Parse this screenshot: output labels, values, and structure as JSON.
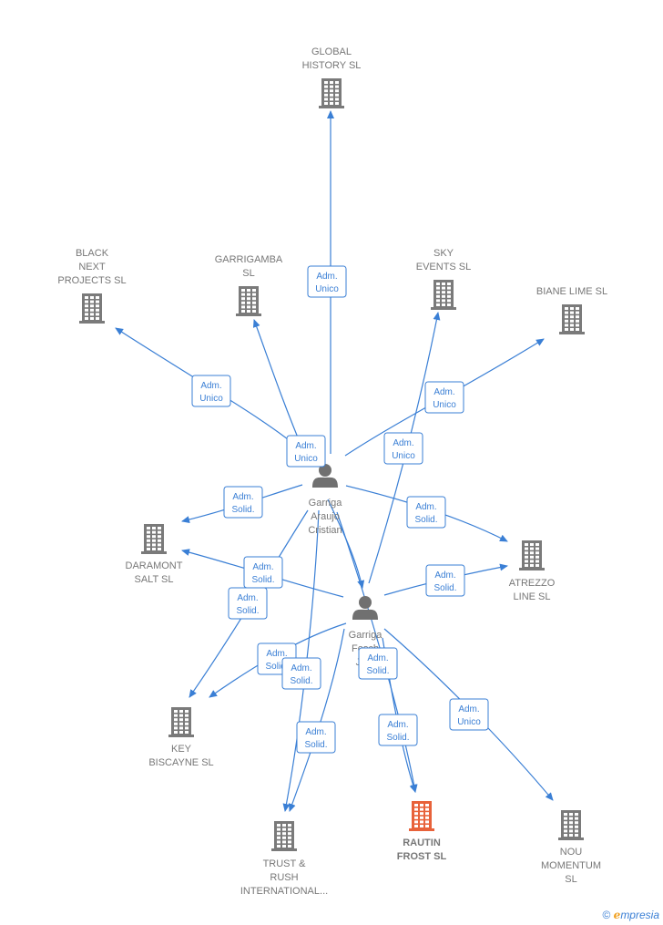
{
  "people": [
    {
      "id": "p1",
      "lines": [
        "Garriga",
        "Araujo",
        "Cristian"
      ]
    },
    {
      "id": "p2",
      "lines": [
        "Garriga",
        "Fosch",
        "Ja..."
      ]
    }
  ],
  "companies": [
    {
      "id": "global",
      "lines": [
        "GLOBAL",
        "HISTORY  SL"
      ],
      "highlight": false
    },
    {
      "id": "black",
      "lines": [
        "BLACK",
        "NEXT",
        "PROJECTS  SL"
      ],
      "highlight": false
    },
    {
      "id": "garrigamba",
      "lines": [
        "GARRIGAMBA",
        "SL"
      ],
      "highlight": false
    },
    {
      "id": "sky",
      "lines": [
        "SKY",
        "EVENTS  SL"
      ],
      "highlight": false
    },
    {
      "id": "biane",
      "lines": [
        "BIANE LIME  SL"
      ],
      "highlight": false
    },
    {
      "id": "daramont",
      "lines": [
        "DARAMONT",
        "SALT  SL"
      ],
      "highlight": false
    },
    {
      "id": "atrezzo",
      "lines": [
        "ATREZZO",
        "LINE  SL"
      ],
      "highlight": false
    },
    {
      "id": "key",
      "lines": [
        "KEY",
        "BISCAYNE  SL"
      ],
      "highlight": false
    },
    {
      "id": "trust",
      "lines": [
        "TRUST &",
        "RUSH",
        "INTERNATIONAL..."
      ],
      "highlight": false
    },
    {
      "id": "rautin",
      "lines": [
        "RAUTIN",
        "FROST  SL"
      ],
      "highlight": true
    },
    {
      "id": "nou",
      "lines": [
        "NOU",
        "MOMENTUM",
        "SL"
      ],
      "highlight": false
    }
  ],
  "edges": [
    {
      "id": "e1",
      "label": [
        "Adm.",
        "Unico"
      ]
    },
    {
      "id": "e2",
      "label": [
        "Adm.",
        "Unico"
      ]
    },
    {
      "id": "e3",
      "label": [
        "Adm.",
        "Unico"
      ]
    },
    {
      "id": "e4",
      "label": [
        "Adm.",
        "Unico"
      ]
    },
    {
      "id": "e5",
      "label": [
        "Adm.",
        "Unico"
      ]
    },
    {
      "id": "e6",
      "label": [
        "Adm.",
        "Solid."
      ]
    },
    {
      "id": "e7",
      "label": [
        "Adm.",
        "Solid."
      ]
    },
    {
      "id": "e8",
      "label": [
        "Adm.",
        "Solid."
      ]
    },
    {
      "id": "e9",
      "label": [
        "Adm.",
        "Solid."
      ]
    },
    {
      "id": "e10",
      "label": [
        "Adm.",
        "Solid."
      ]
    },
    {
      "id": "e11",
      "label": [
        "Adm.",
        "Solid."
      ]
    },
    {
      "id": "e12",
      "label": [
        "Adm.",
        "Solid."
      ]
    },
    {
      "id": "e13",
      "label": [
        "Adm.",
        "Solid."
      ]
    },
    {
      "id": "e14",
      "label": [
        "Adm.",
        "Solid."
      ]
    },
    {
      "id": "e15",
      "label": [
        "Adm.",
        "Solid."
      ]
    },
    {
      "id": "e16",
      "label": [
        "Adm.",
        "Unico"
      ]
    },
    {
      "id": "e17",
      "label": [
        "Adm.",
        "Unico"
      ]
    }
  ],
  "colors": {
    "edge": "#3a7fd5",
    "building": "#7a7a7a",
    "building_highlight": "#e8623a",
    "person": "#707070",
    "label_text": "#777777"
  },
  "footer": {
    "copyright": "©",
    "brand_initial": "e",
    "brand_rest": "mpresia"
  }
}
